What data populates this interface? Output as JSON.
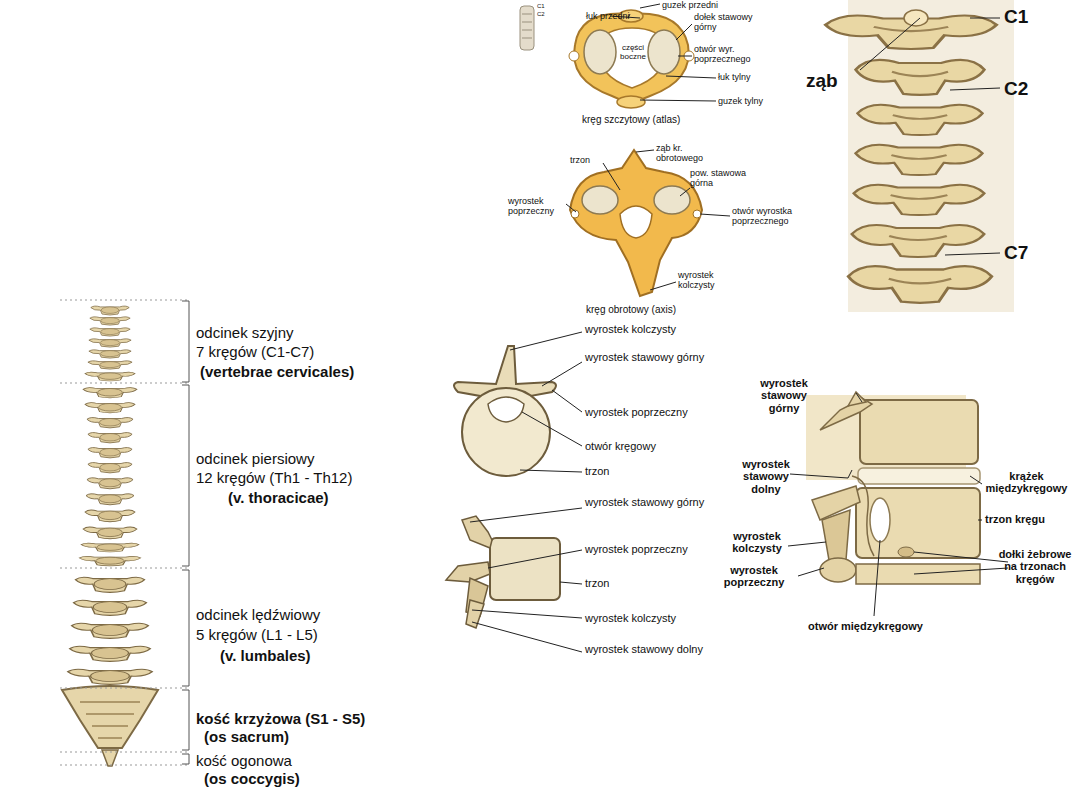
{
  "diagram": {
    "labels": [
      "C1",
      "C2",
      "guzek przedni",
      "łuk przedni",
      "dołek stawowy górny",
      "części boczne",
      "otwór wyr. poprzecznego",
      "łuk tylny",
      "guzek tylny",
      "kręg szczytowy (atlas)",
      "ząb kr. obrotowego",
      "trzon",
      "pow. stawowa górna",
      "wyrostek poprzeczny",
      "otwór wyrostka poprzecznego",
      "wyrostek kolczysty",
      "kręg obrotowy (axis)",
      "C1",
      "ząb",
      "C2",
      "C7",
      "odcinek szyjny",
      "7 kręgów (C1-C7)",
      "(vertebrae cervicales)",
      "odcinek piersiowy",
      "12 kręgów  (Th1 - Th12)",
      "(v. thoracicae)",
      "odcinek lędźwiowy",
      "5 kręgów (L1 - L5)",
      "(v. lumbales)",
      "kość krzyżowa (S1 - S5)",
      "(os sacrum)",
      "kość ogonowa",
      "(os coccygis)",
      "wyrostek kolczysty",
      "wyrostek stawowy górny",
      "wyrostek poprzeczny",
      "otwór kręgowy",
      "trzon",
      "wyrostek stawowy górny",
      "wyrostek poprzeczny",
      "trzon",
      "wyrostek kolczysty",
      "wyrostek stawowy dolny",
      "wyrostek stawowy górny",
      "wyrostek stawowy dolny",
      "krążek międzykręgowy",
      "trzon kręgu",
      "wyrostek kolczysty",
      "wyrostek poprzeczny",
      "dołki żebrowe na trzonach kręgów",
      "otwór międzykręgowy"
    ]
  }
}
